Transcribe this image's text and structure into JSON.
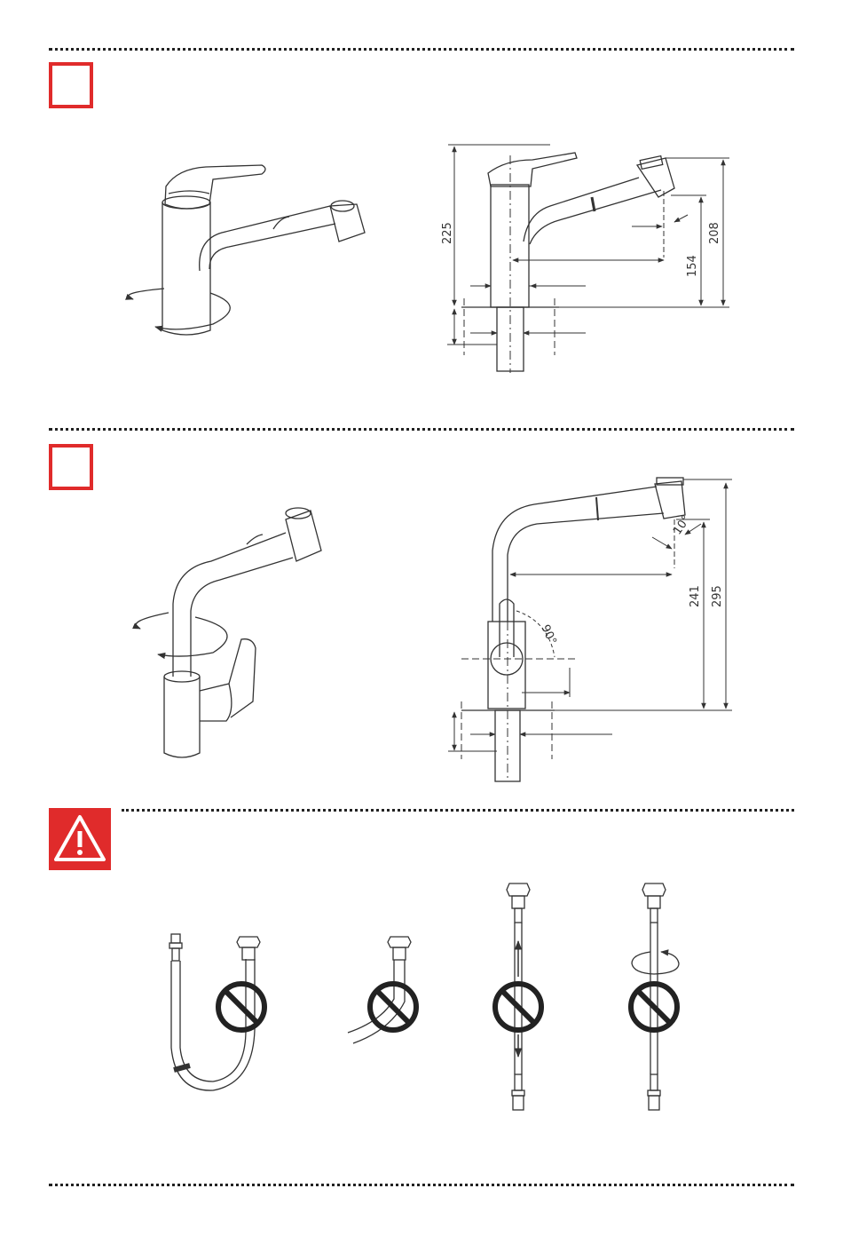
{
  "sections": [
    {
      "id": "model-1",
      "dimensions": {
        "total_height": "225",
        "spout_height": "208",
        "spout_reach": "154"
      }
    },
    {
      "id": "model-2",
      "dimensions": {
        "spout_height": "241",
        "total_height": "295",
        "spray_angle": "10°",
        "lever_angle": "90°"
      }
    }
  ],
  "warning": {
    "icon": "warning-triangle-icon"
  },
  "colors": {
    "accent": "#e02b2b",
    "line": "#333333"
  }
}
